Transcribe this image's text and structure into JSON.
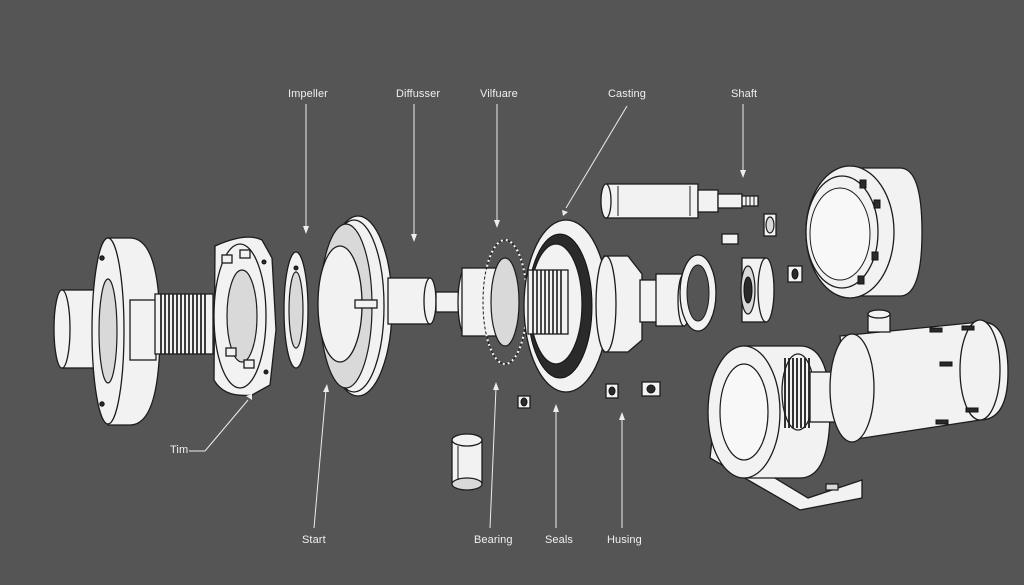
{
  "labels": {
    "impeller": "Impeller",
    "diffuser": "Diffusser",
    "vilfuare": "Vilfuare",
    "casting": "Casting",
    "shaft": "Shaft",
    "tim": "Tim",
    "start": "Start",
    "bearing": "Bearing",
    "seals": "Seals",
    "husing": "Husing"
  },
  "colors": {
    "background": "#555555",
    "part_fill": "#f2f2f2",
    "line": "#1c1c1c",
    "label_text": "#f0f0f0"
  }
}
